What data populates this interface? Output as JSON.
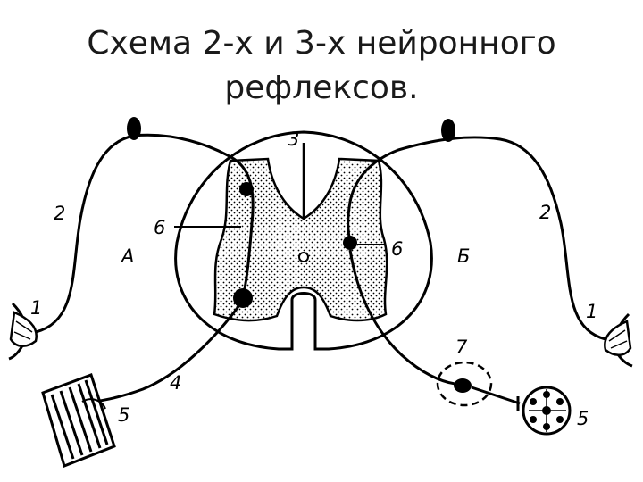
{
  "title": {
    "line1": "Схема 2-х и 3-х нейронного",
    "line2": "рефлексов."
  },
  "labels": {
    "l3": "3",
    "l2_left": "2",
    "l2_right": "2",
    "l6_left": "6",
    "l6_right": "6",
    "lA": "А",
    "lB": "Б",
    "l1_left": "1",
    "l1_right": "1",
    "l4": "4",
    "l5_left": "5",
    "l5_right": "5",
    "l7": "7"
  },
  "colors": {
    "ink": "#000000",
    "title": "#1a1a1a",
    "background": "#ffffff"
  }
}
